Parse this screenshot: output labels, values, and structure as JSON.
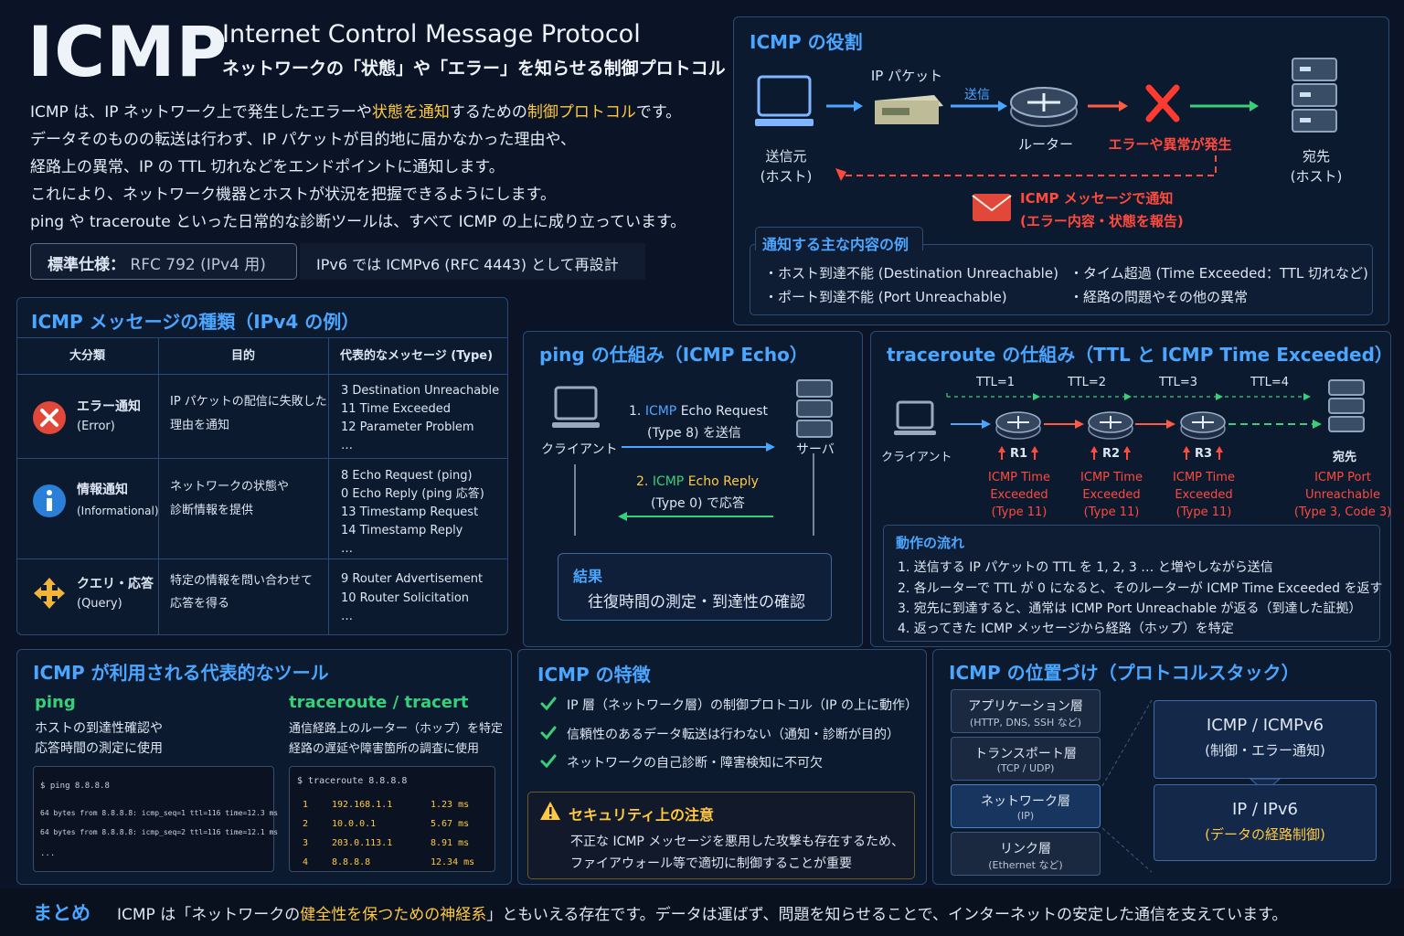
{
  "header": {
    "logo": "ICMP",
    "subtitle_en": "Internet Control Message Protocol",
    "subtitle_ja": "ネットワークの「状態」や「エラー」を知らせる制御プロトコル",
    "intro": [
      "ICMP は、IP ネットワーク上で発生したエラーや状態を通知するための制御プロトコルです。",
      "データそのものの転送は行わず、IP パケットが目的地に届かなかった理由や、",
      "経路上の異常、IP の TTL 切れなどをエンドポイントに通知します。",
      "これにより、ネットワーク機器とホストが状況を把握できるようにします。",
      "ping や traceroute といった日常的な診断ツールは、すべて ICMP の上に成り立っています。"
    ],
    "spec_label": "標準仕様：",
    "spec_value": "RFC 792 (IPv4 用)",
    "ipv6_note": "IPv6 では ICMPv6 (RFC 4443) として再設計"
  },
  "role": {
    "title": "ICMP の役割",
    "packet_label": "IP パケット",
    "send_label": "送信",
    "source_label": "送信元\n(ホスト)",
    "router_label": "ルーター",
    "error_label": "エラーや異常が発生",
    "dest_label": "宛先\n(ホスト)",
    "notify_line1": "ICMP メッセージで通知",
    "notify_line2": "(エラー内容・状態を報告)",
    "examples_title": "通知する主な内容の例",
    "examples": [
      "・ホスト到達不能 (Destination Unreachable)",
      "・ポート到達不能 (Port Unreachable)",
      "・タイム超過 (Time Exceeded：TTL 切れなど)",
      "・経路の問題やその他の異常"
    ]
  },
  "types": {
    "title": "ICMP メッセージの種類（IPv4 の例）",
    "headers": [
      "大分類",
      "目的",
      "代表的なメッセージ (Type)"
    ],
    "rows": [
      {
        "category": "エラー通知",
        "category_en": "(Error)",
        "purpose": [
          "IP パケットの配信に失敗した",
          "理由を通知"
        ],
        "messages": [
          "3  Destination Unreachable",
          "11 Time Exceeded",
          "12 Parameter Problem",
          "…"
        ]
      },
      {
        "category": "情報通知",
        "category_en": "(Informational)",
        "purpose": [
          "ネットワークの状態や",
          "診断情報を提供"
        ],
        "messages": [
          "8  Echo Request (ping)",
          "0  Echo Reply (ping 応答)",
          "13 Timestamp Request",
          "14 Timestamp Reply",
          "…"
        ]
      },
      {
        "category": "クエリ・応答",
        "category_en": "(Query)",
        "purpose": [
          "特定の情報を問い合わせて",
          "応答を得る"
        ],
        "messages": [
          "9  Router Advertisement",
          "10 Router Solicitation",
          "…"
        ]
      }
    ]
  },
  "ping": {
    "title": "ping の仕組み（ICMP Echo）",
    "client": "クライアント",
    "server": "サーバ",
    "req_prefix": "1. ",
    "req_icmp": "ICMP",
    "req_text": " Echo Request",
    "req_sub": "(Type 8) を送信",
    "rep_prefix": "2. ",
    "rep_icmp": "ICMP",
    "rep_text": " Echo Reply",
    "rep_sub": "(Type 0) で応答",
    "result_title": "結果",
    "result_text": "往復時間の測定・到達性の確認"
  },
  "traceroute": {
    "title": "traceroute の仕組み（TTL と ICMP Time Exceeded）",
    "ttl": [
      "TTL=1",
      "TTL=2",
      "TTL=3",
      "TTL=4"
    ],
    "client": "クライアント",
    "routers": [
      "R1",
      "R2",
      "R3"
    ],
    "dest": "宛先",
    "exceeded": [
      "ICMP Time",
      "Exceeded",
      "(Type 11)"
    ],
    "port_unreach": [
      "ICMP Port",
      "Unreachable",
      "(Type 3, Code 3)"
    ],
    "flow_title": "動作の流れ",
    "flow": [
      "1. 送信する IP パケットの TTL を 1, 2, 3 … と増やしながら送信",
      "2. 各ルーターで TTL が 0 になると、そのルーターが ICMP Time Exceeded を返す",
      "3. 宛先に到達すると、通常は ICMP Port Unreachable が返る（到達した証拠）",
      "4. 返ってきた ICMP メッセージから経路（ホップ）を特定"
    ]
  },
  "tools": {
    "title": "ICMP が利用される代表的なツール",
    "ping_name": "ping",
    "ping_desc": [
      "ホストの到達性確認や",
      "応答時間の測定に使用"
    ],
    "ping_console": [
      "$ ping 8.8.8.8",
      "64 bytes from 8.8.8.8: icmp_seq=1 ttl=116 time=12.3 ms",
      "64 bytes from 8.8.8.8: icmp_seq=2 ttl=116 time=12.1 ms",
      "..."
    ],
    "tr_name": "traceroute / tracert",
    "tr_desc": [
      "通信経路上のルーター（ホップ）を特定",
      "経路の遅延や障害箇所の調査に使用"
    ],
    "tr_cmd": "$ traceroute 8.8.8.8",
    "tr_rows": [
      {
        "n": "1",
        "ip": "192.168.1.1",
        "ms": "1.23 ms"
      },
      {
        "n": "2",
        "ip": "10.0.0.1",
        "ms": "5.67 ms"
      },
      {
        "n": "3",
        "ip": "203.0.113.1",
        "ms": "8.91 ms"
      },
      {
        "n": "4",
        "ip": "8.8.8.8",
        "ms": "12.34 ms"
      }
    ]
  },
  "features": {
    "title": "ICMP の特徴",
    "items": [
      "IP 層（ネットワーク層）の制御プロトコル（IP の上に動作）",
      "信頼性のあるデータ転送は行わない（通知・診断が目的）",
      "ネットワークの自己診断・障害検知に不可欠"
    ],
    "security_title": "セキュリティ上の注意",
    "security_text": [
      "不正な ICMP メッセージを悪用した攻撃も存在するため、",
      "ファイアウォール等で適切に制御することが重要"
    ]
  },
  "stack": {
    "title": "ICMP の位置づけ（プロトコルスタック）",
    "layers": [
      {
        "name": "アプリケーション層",
        "sub": "(HTTP, DNS, SSH など)"
      },
      {
        "name": "トランスポート層",
        "sub": "(TCP / UDP)"
      },
      {
        "name": "ネットワーク層",
        "sub": "(IP)"
      },
      {
        "name": "リンク層",
        "sub": "(Ethernet など)"
      }
    ],
    "icmp_name": "ICMP / ICMPv6",
    "icmp_sub": "(制御・エラー通知)",
    "ip_name": "IP / IPv6",
    "ip_sub": "(データの経路制御)"
  },
  "summary": {
    "label": "まとめ",
    "text_pre": "ICMP は「ネットワークの",
    "text_hl": "健全性を保つための神経系",
    "text_post": "」ともいえる存在です。データは運ばず、問題を知らせることで、インターネットの安定した通信を支えています。"
  },
  "colors": {
    "accent_blue": "#4aa6ff",
    "error_red": "#ff4a3d",
    "ok_green": "#37d07a",
    "warn_yellow": "#ffc940",
    "background": "#0a1426"
  }
}
